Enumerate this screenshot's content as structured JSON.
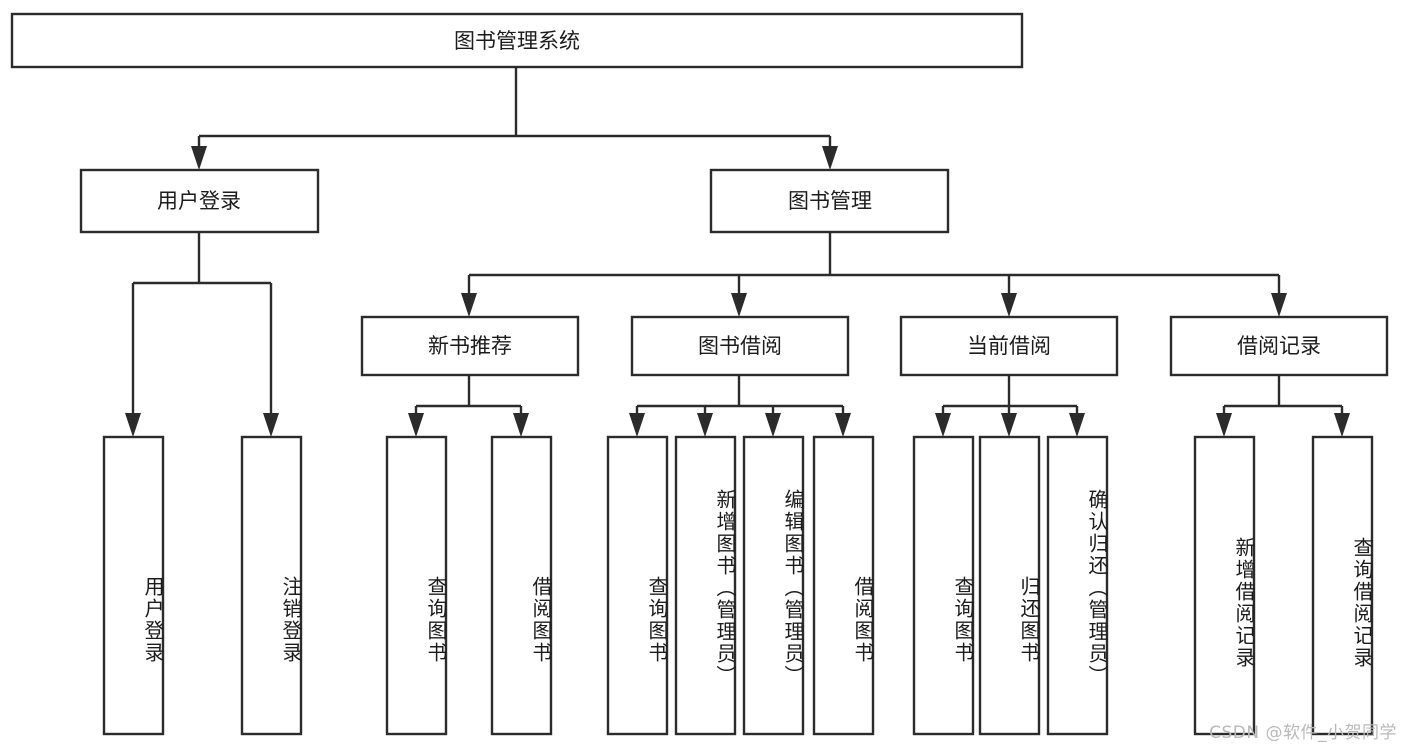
{
  "diagram": {
    "title": "图书管理系统",
    "type": "tree",
    "watermark": "CSDN @软件_小贺同学",
    "colors": {
      "box_fill": "#ffffff",
      "box_stroke": "#2b2b2b",
      "text": "#1c1c1c",
      "background": "#ffffff",
      "watermark": "#b9b9b9"
    },
    "levels": [
      {
        "level": 1,
        "nodes": [
          {
            "id": "root",
            "label": "图书管理系统",
            "orientation": "horizontal"
          }
        ]
      },
      {
        "level": 2,
        "nodes": [
          {
            "id": "login",
            "label": "用户登录",
            "orientation": "horizontal",
            "parent": "root"
          },
          {
            "id": "bookmgmt",
            "label": "图书管理",
            "orientation": "horizontal",
            "parent": "root"
          }
        ]
      },
      {
        "level": 3,
        "nodes": [
          {
            "id": "newbook",
            "label": "新书推荐",
            "orientation": "horizontal",
            "parent": "bookmgmt"
          },
          {
            "id": "borrow",
            "label": "图书借阅",
            "orientation": "horizontal",
            "parent": "bookmgmt"
          },
          {
            "id": "current",
            "label": "当前借阅",
            "orientation": "horizontal",
            "parent": "bookmgmt"
          },
          {
            "id": "records",
            "label": "借阅记录",
            "orientation": "horizontal",
            "parent": "bookmgmt"
          }
        ]
      },
      {
        "level": 4,
        "nodes": [
          {
            "id": "leaf-1",
            "label": "用户登录",
            "orientation": "vertical",
            "parent": "login"
          },
          {
            "id": "leaf-2",
            "label": "注销登录",
            "orientation": "vertical",
            "parent": "login"
          },
          {
            "id": "leaf-3",
            "label": "查询图书",
            "orientation": "vertical",
            "parent": "newbook"
          },
          {
            "id": "leaf-4",
            "label": "借阅图书",
            "orientation": "vertical",
            "parent": "newbook"
          },
          {
            "id": "leaf-5",
            "label": "查询图书",
            "orientation": "vertical",
            "parent": "borrow"
          },
          {
            "id": "leaf-6",
            "label": "新增图书（管理员）",
            "orientation": "vertical",
            "parent": "borrow"
          },
          {
            "id": "leaf-7",
            "label": "编辑图书（管理员）",
            "orientation": "vertical",
            "parent": "borrow"
          },
          {
            "id": "leaf-8",
            "label": "借阅图书",
            "orientation": "vertical",
            "parent": "borrow"
          },
          {
            "id": "leaf-9",
            "label": "查询图书",
            "orientation": "vertical",
            "parent": "current"
          },
          {
            "id": "leaf-10",
            "label": "归还图书",
            "orientation": "vertical",
            "parent": "current"
          },
          {
            "id": "leaf-11",
            "label": "确认归还（管理员）",
            "orientation": "vertical",
            "parent": "current"
          },
          {
            "id": "leaf-12",
            "label": "新增借阅记录",
            "orientation": "vertical",
            "parent": "records"
          },
          {
            "id": "leaf-13",
            "label": "查询借阅记录",
            "orientation": "vertical",
            "parent": "records"
          }
        ]
      }
    ]
  }
}
